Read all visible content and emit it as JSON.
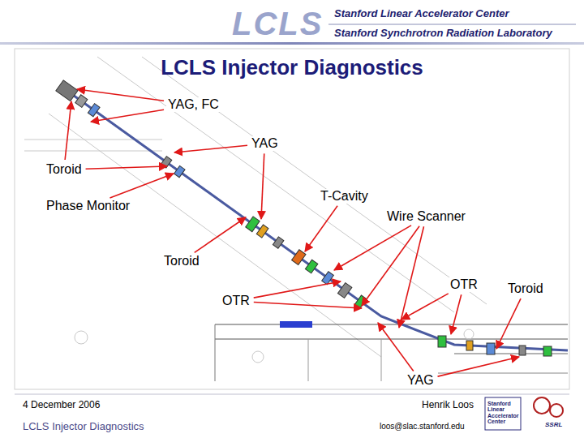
{
  "diagram": {
    "title": "LCLS Injector Diagnostics",
    "labels": [
      "LCLS",
      "Stanford Linear Accelerator Center",
      "Stanford Synchrotron Radiation Laboratory",
      "YAG, FC",
      "YAG",
      "Toroid",
      "Phase Monitor",
      "T-Cavity",
      "Wire Scanner",
      "Toroid",
      "OTR",
      "Toroid",
      "OTR",
      "YAG",
      "4 December 2006",
      "LCLS Injector Diagnostics",
      "Henrik Loos",
      "loos@slac.stanford.edu",
      "Stanford Linear Accelerator Center",
      "SSRL"
    ]
  }
}
